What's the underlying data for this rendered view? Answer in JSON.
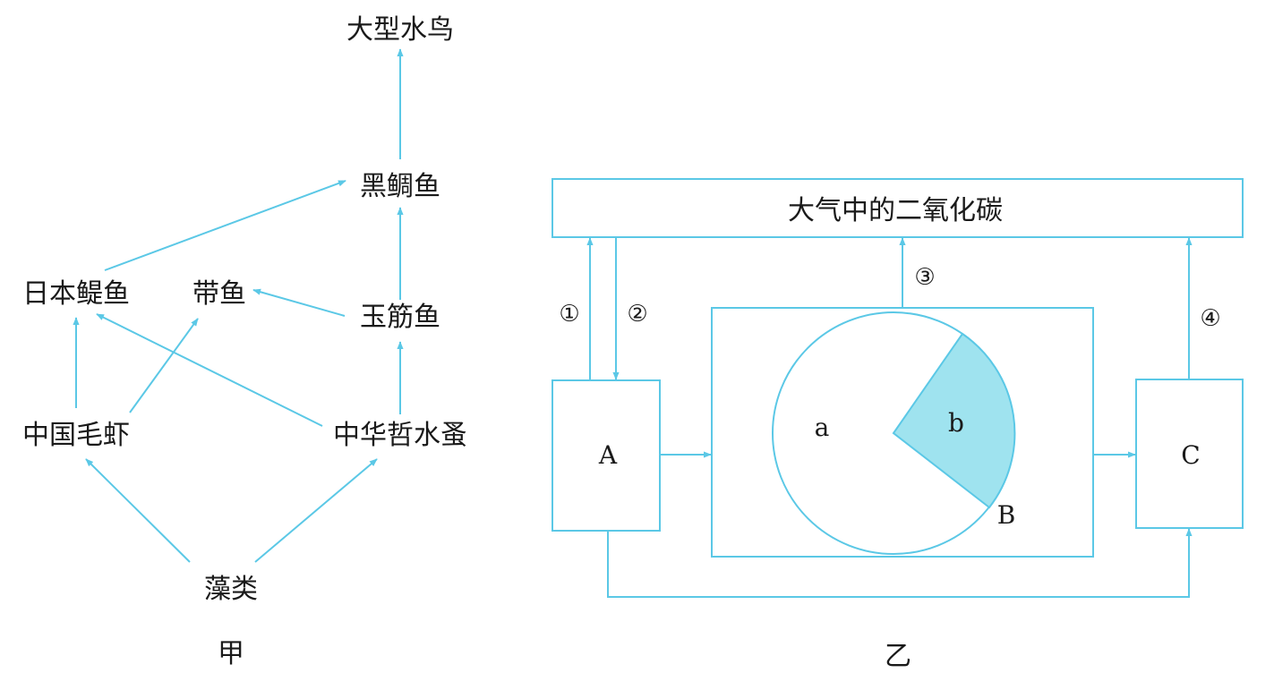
{
  "diagram_jia": {
    "caption": "甲",
    "nodes": {
      "large_waterbird": "大型水鸟",
      "black_sea_bream": "黑鲷鱼",
      "japanese_anchovy": "日本鳀鱼",
      "hairtail": "带鱼",
      "flathead": "玉筋鱼",
      "chinese_shrimp": "中国毛虾",
      "copepod": "中华哲水蚤",
      "algae": "藻类"
    }
  },
  "diagram_yi": {
    "caption": "乙",
    "atmosphere": "大气中的二氧化碳",
    "box_a": "A",
    "box_c": "C",
    "label_b": "B",
    "sector_a": "a",
    "sector_b": "b",
    "process_1": "①",
    "process_2": "②",
    "process_3": "③",
    "process_4": "④"
  },
  "colors": {
    "line": "#5bc8e6",
    "sector_fill": "#9fe3ef",
    "text": "#1a1a1a"
  }
}
